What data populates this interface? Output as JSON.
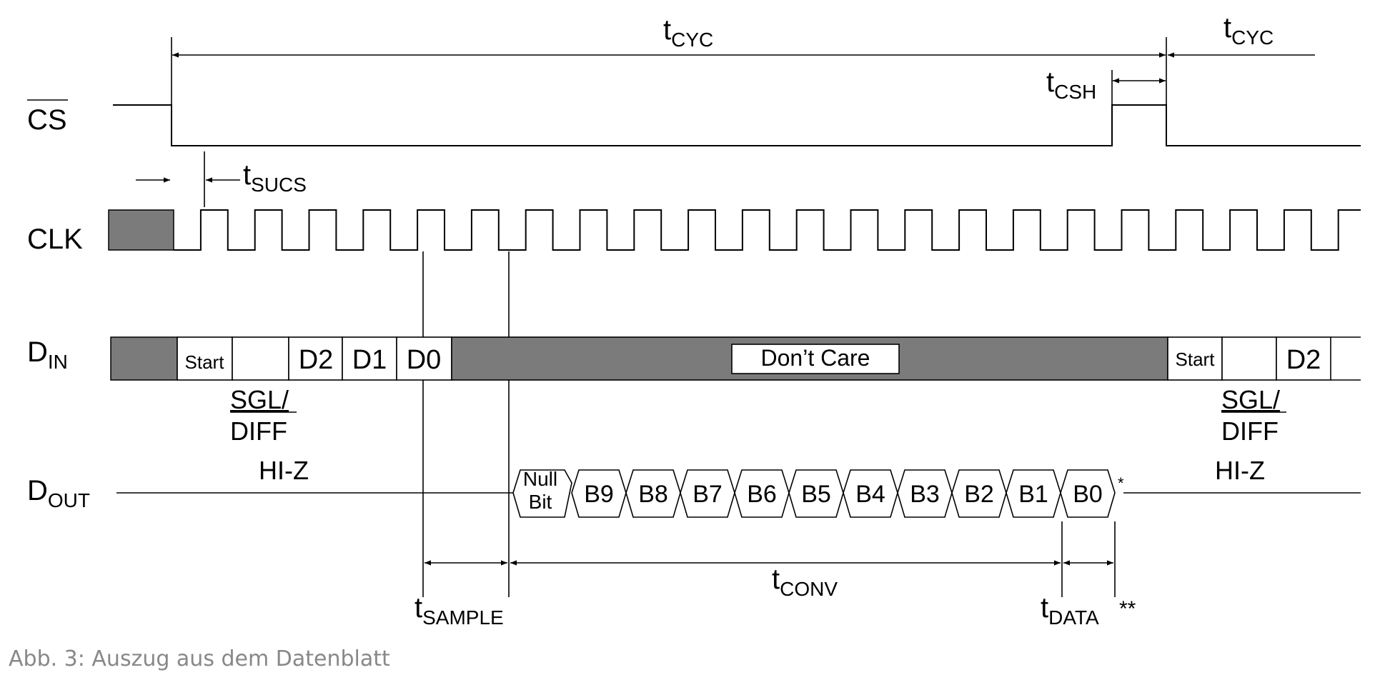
{
  "signals": {
    "cs": "CS",
    "clk": "CLK",
    "din": {
      "main": "D",
      "sub": "IN"
    },
    "dout": {
      "main": "D",
      "sub": "OUT"
    }
  },
  "timings": {
    "tcyc": {
      "main": "t",
      "sub": "CYC"
    },
    "tcyc2": {
      "main": "t",
      "sub": "CYC"
    },
    "tcsh": {
      "main": "t",
      "sub": "CSH"
    },
    "tsucs": {
      "main": "t",
      "sub": "SUCS"
    },
    "tsample": {
      "main": "t",
      "sub": "SAMPLE"
    },
    "tconv": {
      "main": "t",
      "sub": "CONV"
    },
    "tdata": {
      "main": "t",
      "sub": "DATA"
    },
    "tdata_note": "**"
  },
  "din_fields": {
    "start": "Start",
    "d2": "D2",
    "d1": "D1",
    "d0": "D0",
    "dont_care": "Don’t Care",
    "start2": "Start",
    "d2b": "D2"
  },
  "sgl_diff": {
    "sgl": "SGL/",
    "diff": "DIFF"
  },
  "sgl_diff2": {
    "sgl": "SGL/",
    "diff": "DIFF"
  },
  "hiz": "HI-Z",
  "hiz2": "HI-Z",
  "dout_bits": [
    "B9",
    "B8",
    "B7",
    "B6",
    "B5",
    "B4",
    "B3",
    "B2",
    "B1",
    "B0"
  ],
  "null_bit": {
    "line1": "Null",
    "line2": "Bit"
  },
  "dout_note": "*",
  "caption": "Abb. 3: Auszug aus dem Datenblatt"
}
